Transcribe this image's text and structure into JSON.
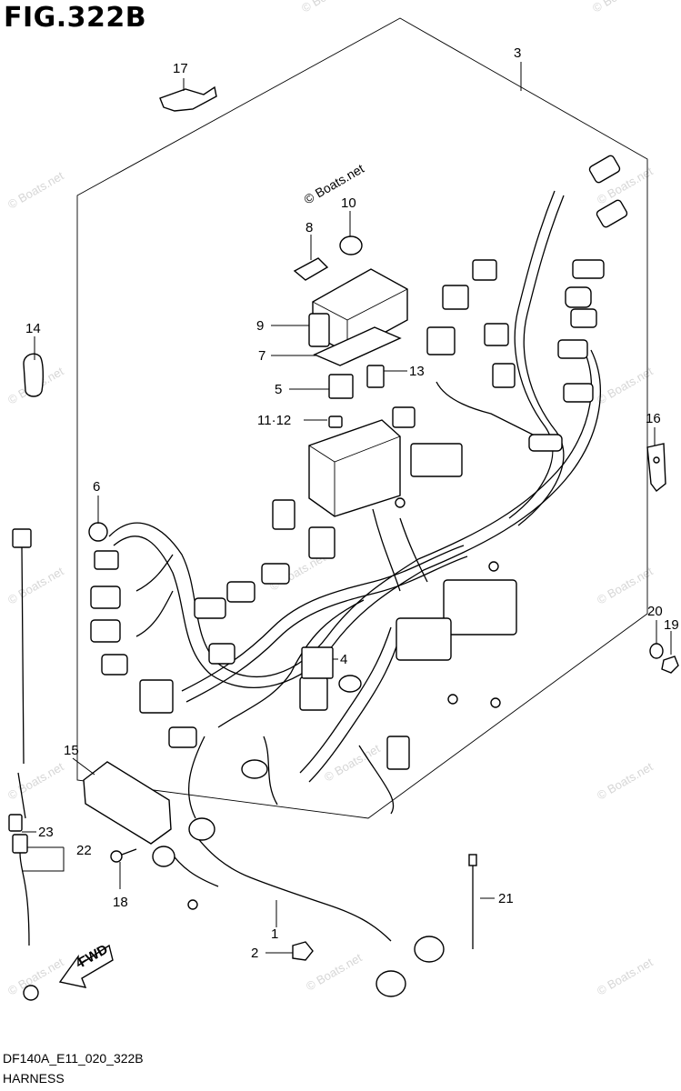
{
  "figure": {
    "title": "FIG.322B",
    "code": "DF140A_E11_020_322B",
    "name": "HARNESS",
    "watermark": "© Boats.net",
    "fwd_label": "FWD"
  },
  "callouts": {
    "c1": "1",
    "c2": "2",
    "c3": "3",
    "c4": "4",
    "c5": "5",
    "c6": "6",
    "c7": "7",
    "c8": "8",
    "c9": "9",
    "c10": "10",
    "c11_12": "11·12",
    "c13": "13",
    "c14": "14",
    "c15": "15",
    "c16": "16",
    "c17": "17",
    "c18": "18",
    "c19": "19",
    "c20": "20",
    "c21": "21",
    "c22": "22",
    "c23": "23"
  }
}
